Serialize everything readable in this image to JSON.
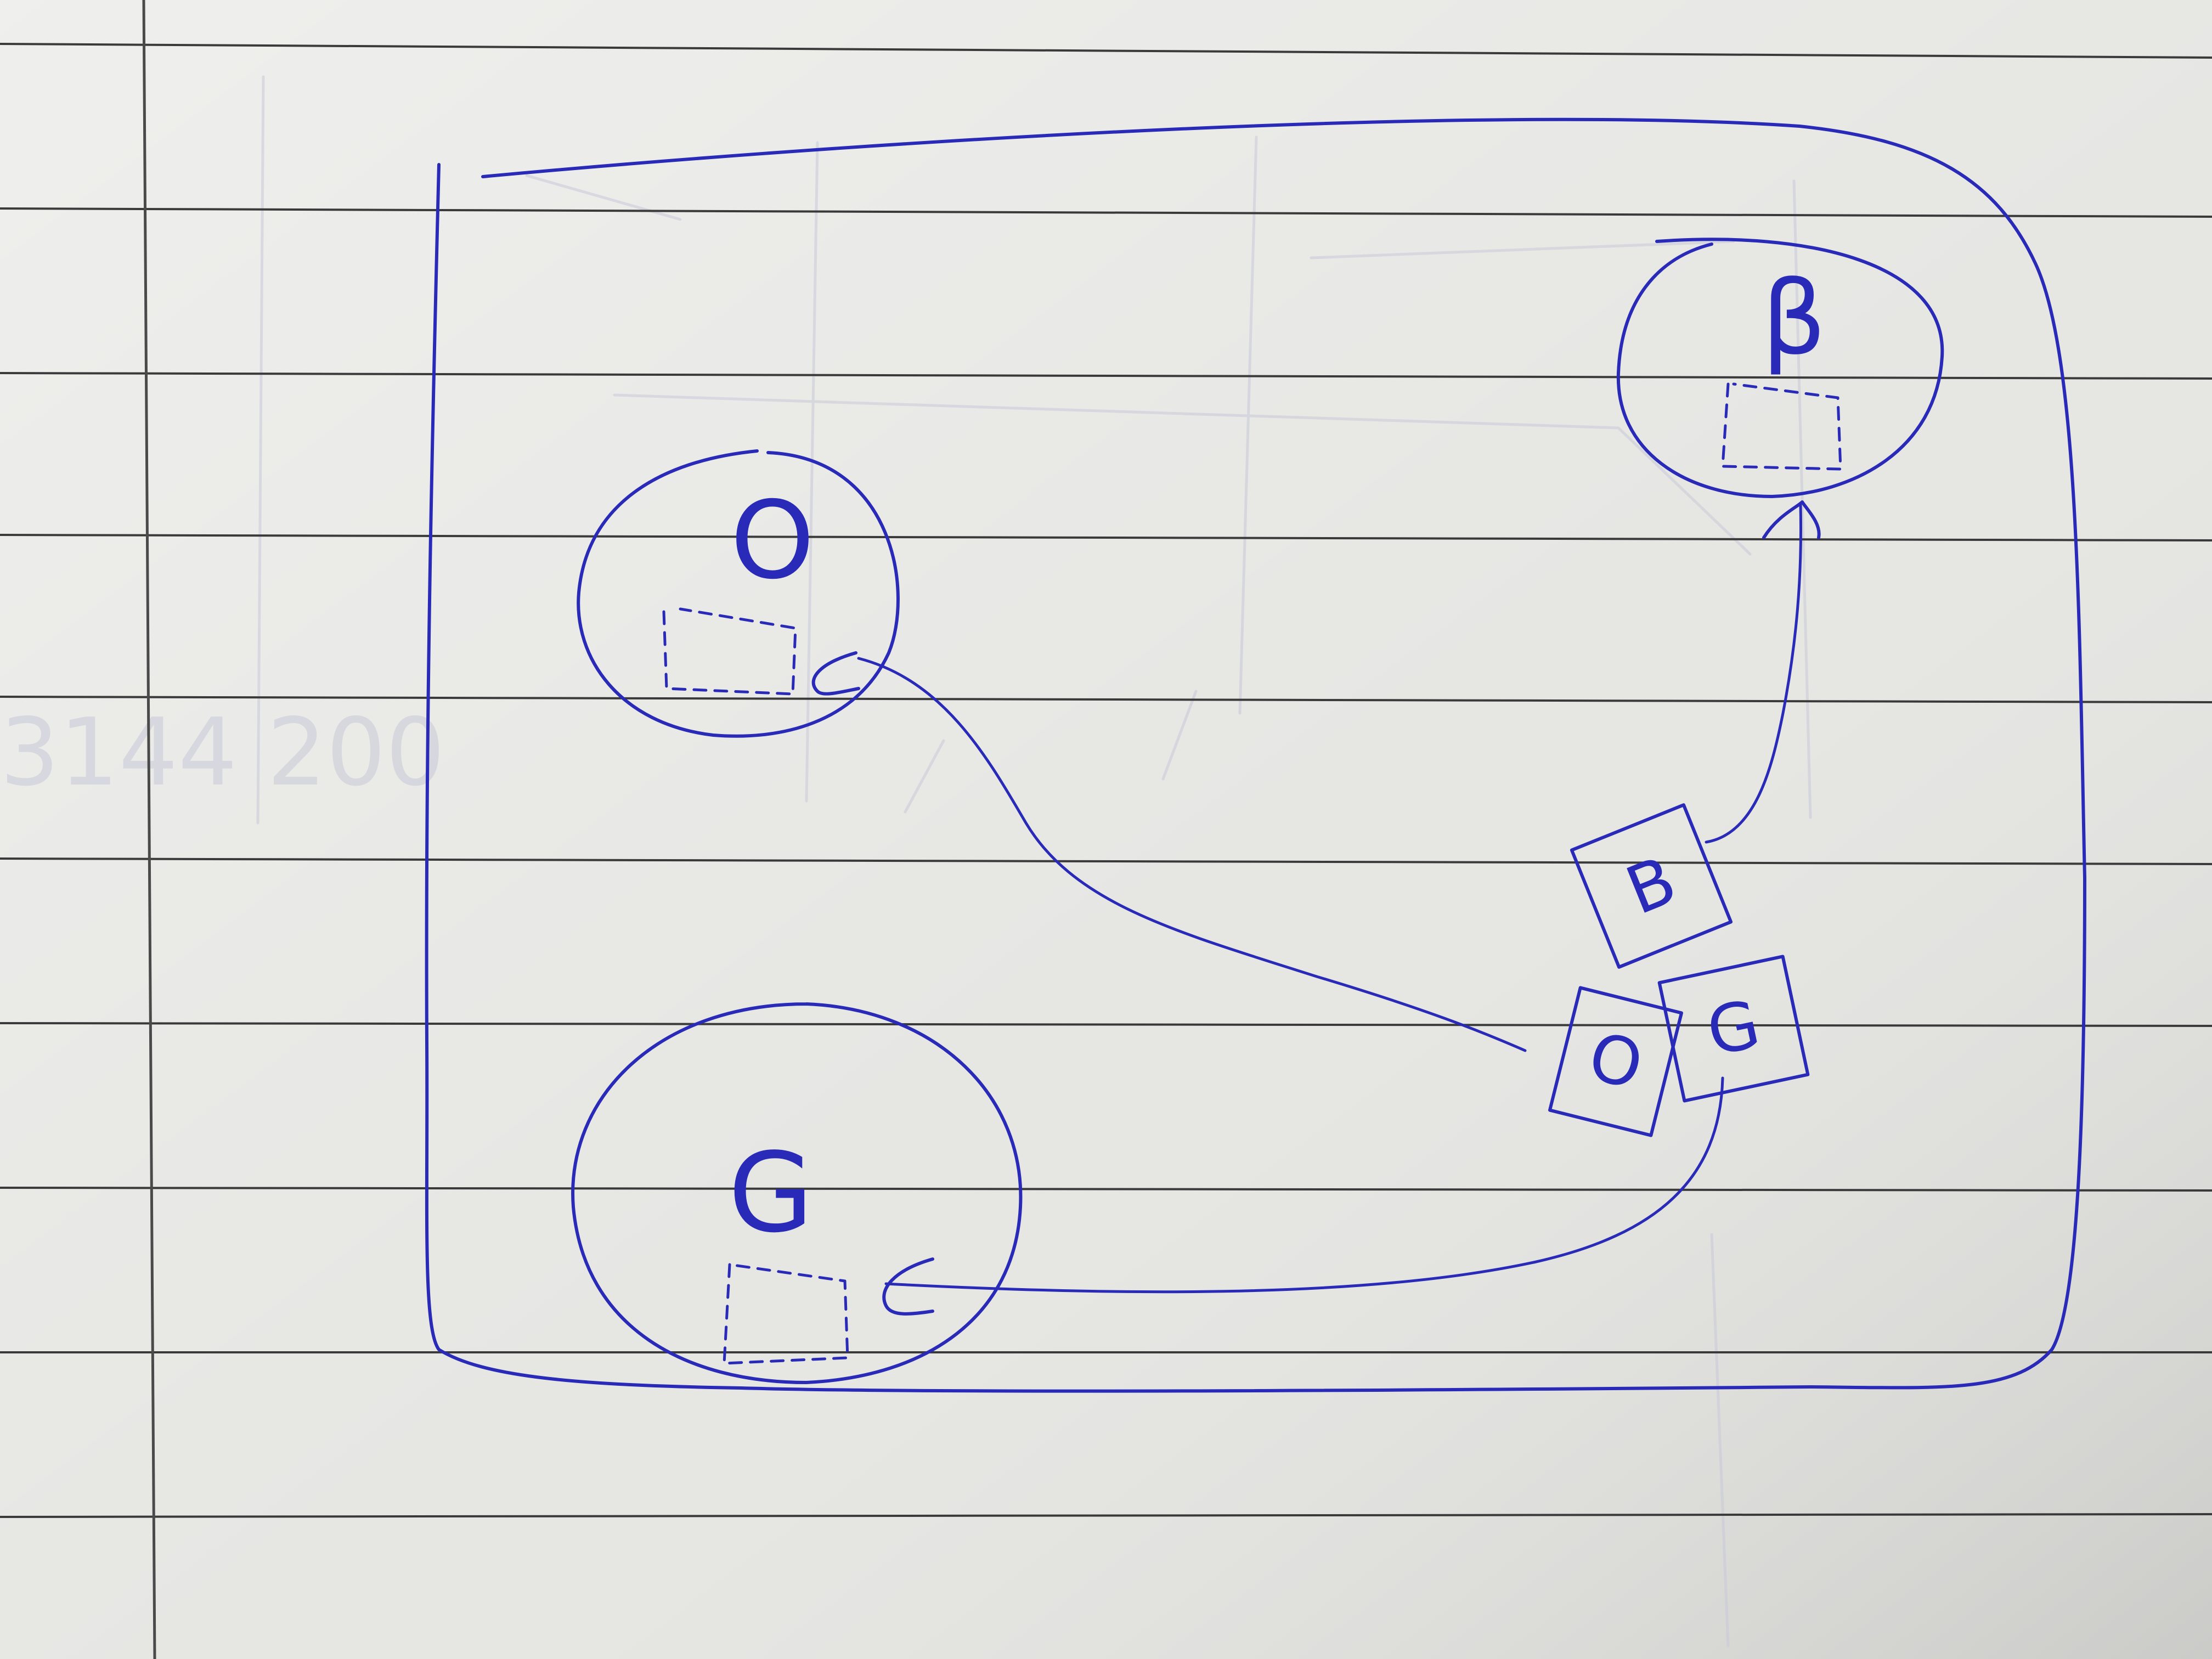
{
  "paper": {
    "background": "#e6e6e3",
    "rule_color": "#3a3a3a",
    "margin_color": "#4a4a4a",
    "ink_color": "#2a2ab8",
    "bleed_color": "#c8c8d8",
    "bleed_text": "3144 200"
  },
  "diagram": {
    "nodes": [
      {
        "id": "o",
        "label": "O"
      },
      {
        "id": "g",
        "label": "G"
      },
      {
        "id": "beta",
        "label": "β"
      }
    ],
    "ports": [
      {
        "id": "o",
        "label": "O"
      },
      {
        "id": "g",
        "label": "G"
      },
      {
        "id": "b",
        "label": "B"
      }
    ],
    "edges": [
      {
        "from": "port:o",
        "to": "node:o"
      },
      {
        "from": "port:g",
        "to": "node:g"
      },
      {
        "from": "port:b",
        "to": "node:beta"
      }
    ]
  }
}
